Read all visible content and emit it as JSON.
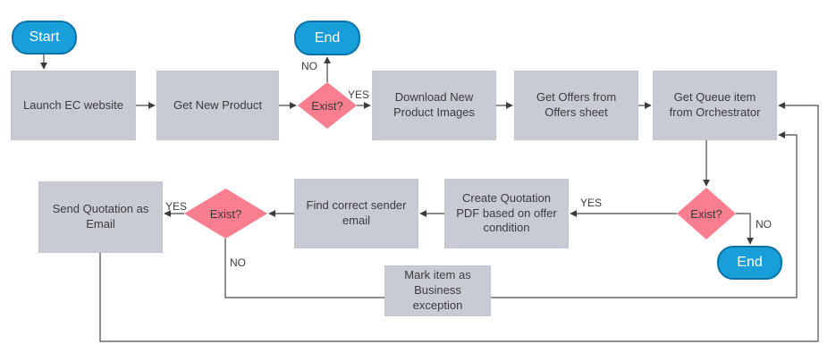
{
  "diagram": {
    "type": "flowchart",
    "nodes": {
      "start": {
        "label": "Start",
        "shape": "terminator"
      },
      "launch_website": {
        "label": "Launch EC website",
        "shape": "process"
      },
      "get_new_product": {
        "label": "Get New Product",
        "shape": "process"
      },
      "exist_product": {
        "label": "Exist?",
        "shape": "decision"
      },
      "end_top": {
        "label": "End",
        "shape": "terminator"
      },
      "download_images": {
        "label": "Download New Product Images",
        "shape": "process"
      },
      "get_offers": {
        "label": "Get Offers from Offers sheet",
        "shape": "process"
      },
      "get_queue_item": {
        "label": "Get Queue item from Orchestrator",
        "shape": "process"
      },
      "exist_queue": {
        "label": "Exist?",
        "shape": "decision"
      },
      "end_right": {
        "label": "End",
        "shape": "terminator"
      },
      "create_pdf": {
        "label": "Create Quotation PDF based on offer condition",
        "shape": "process"
      },
      "find_sender": {
        "label": "Find correct sender email",
        "shape": "process"
      },
      "exist_sender": {
        "label": "Exist?",
        "shape": "decision"
      },
      "send_quotation": {
        "label": "Send Quotation as Email",
        "shape": "process"
      },
      "mark_exception": {
        "label": "Mark item as Business exception",
        "shape": "process"
      }
    },
    "edge_labels": {
      "product_no": {
        "text": "NO"
      },
      "product_yes": {
        "text": "YES"
      },
      "queue_yes": {
        "text": "YES"
      },
      "queue_no": {
        "text": "NO"
      },
      "sender_yes": {
        "text": "YES"
      },
      "sender_no": {
        "text": "NO"
      }
    },
    "colors": {
      "terminator_fill": "#189ed8",
      "terminator_border": "#0b72a8",
      "process_fill": "#c9cbd4",
      "decision_fill": "#f97e8f",
      "connector": "#4a4a4a",
      "text": "#3b3b3b"
    }
  }
}
